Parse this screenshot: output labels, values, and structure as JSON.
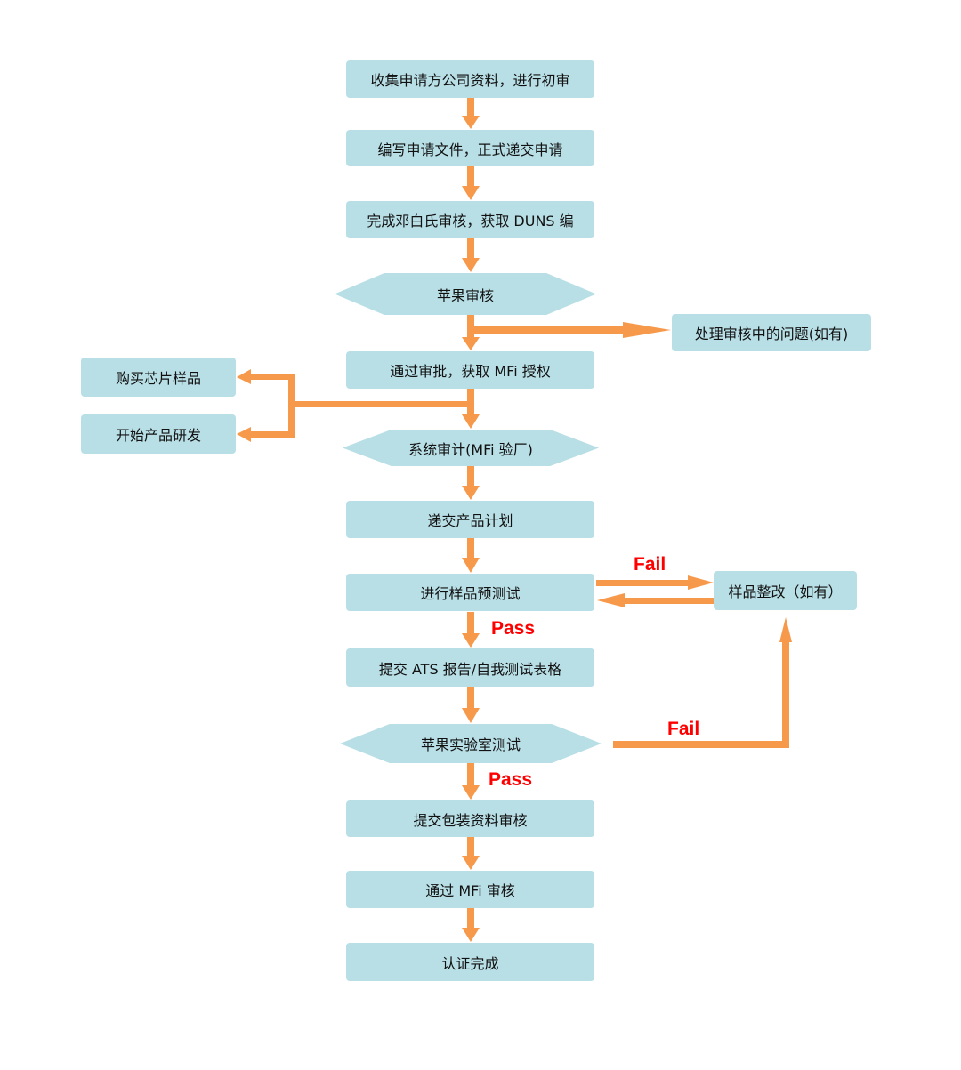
{
  "colors": {
    "box": "#b8dfe6",
    "arrow": "#f7994a",
    "label": "#ff0000"
  },
  "steps": [
    "收集申请方公司资料，进行初审",
    "编写申请文件，正式递交申请",
    "完成邓白氏审核，获取 DUNS 编",
    "苹果审核",
    "通过审批，获取 MFi 授权",
    "系统审计(MFi 验厂)",
    "递交产品计划",
    "进行样品预测试",
    "提交 ATS 报告/自我测试表格",
    "苹果实验室测试",
    "提交包装资料审核",
    "通过 MFi 审核",
    "认证完成"
  ],
  "side": {
    "review_issue": "处理审核中的问题(如有)",
    "buy_chips": "购买芯片样品",
    "start_dev": "开始产品研发",
    "sample_fix": "样品整改（如有）"
  },
  "labels": {
    "fail1": "Fail",
    "pass1": "Pass",
    "fail2": "Fail",
    "pass2": "Pass"
  }
}
